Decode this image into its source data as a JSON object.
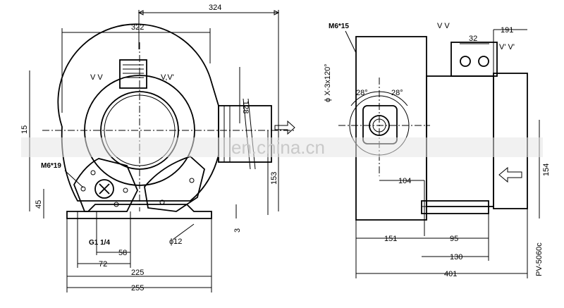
{
  "front_view": {
    "dimensions": {
      "d324": "324",
      "d322": "322",
      "d15": "15",
      "d128": "128",
      "d153": "153",
      "d45": "45",
      "d3": "3",
      "d58": "58",
      "d72": "72",
      "d225": "225",
      "d255": "255",
      "phi12": "ϕ12"
    },
    "labels": {
      "vv_left": "V V",
      "vv_right": "V,V'",
      "m6x19": "M6*19",
      "g114": "G1 1/4"
    }
  },
  "side_view": {
    "dimensions": {
      "d191": "191",
      "d32": "32",
      "d104": "104",
      "d154": "154",
      "d151": "151",
      "d95": "95",
      "d130": "130",
      "d401": "401",
      "angle_left": "28°",
      "angle_right": "28°",
      "holes": "ϕ X-3x120°"
    },
    "labels": {
      "m6x15": "M6*15",
      "vv": "V V",
      "vpvp": "V' V'",
      "model": "PV-5060c"
    }
  },
  "watermark": "en.china.cn"
}
